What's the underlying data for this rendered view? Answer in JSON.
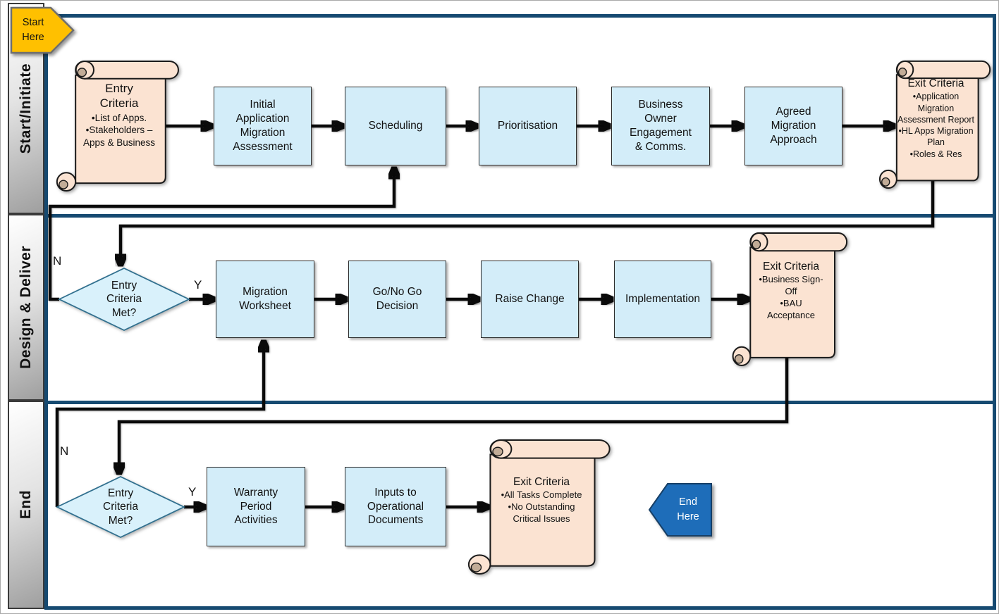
{
  "start_badge": {
    "label": "Start Here"
  },
  "end_badge": {
    "label": "End Here"
  },
  "lanes": [
    {
      "label": "Start/Initiate"
    },
    {
      "label": "Design & Deliver"
    },
    {
      "label": "End"
    }
  ],
  "process": {
    "lane1": {
      "entry": {
        "title": "Entry Criteria",
        "bullets": [
          "List of Apps.",
          "Stakeholders – Apps & Business"
        ]
      },
      "steps": [
        "Initial Application Migration Assessment",
        "Scheduling",
        "Prioritisation",
        "Business Owner Engagement & Comms.",
        "Agreed Migration Approach"
      ],
      "exit": {
        "title": "Exit Criteria",
        "bullets": [
          "Application Migration Assessment Report",
          "HL Apps Migration Plan",
          "Roles & Res"
        ]
      }
    },
    "lane2": {
      "decision": {
        "label": "Entry Criteria Met?",
        "yes": "Y",
        "no": "N"
      },
      "steps": [
        "Migration Worksheet",
        "Go/No Go Decision",
        "Raise Change",
        "Implementation"
      ],
      "exit": {
        "title": "Exit Criteria",
        "bullets": [
          "Business Sign-Off",
          "BAU Acceptance"
        ]
      }
    },
    "lane3": {
      "decision": {
        "label": "Entry Criteria Met?",
        "yes": "Y",
        "no": "N"
      },
      "steps": [
        "Warranty Period Activities",
        "Inputs to Operational Documents"
      ],
      "exit": {
        "title": "Exit Criteria",
        "bullets": [
          "All Tasks Complete",
          "No Outstanding Critical Issues"
        ]
      }
    }
  },
  "colors": {
    "lane_border": "#164A71",
    "process_fill": "#D3EDF9",
    "process_border": "#2B2B2B",
    "decision_fill": "#D9F1FB",
    "decision_border": "#31708F",
    "scroll_fill": "#FBE3D2",
    "scroll_curl": "#C2AC97",
    "shape_outline": "#1A1A1A",
    "start_fill": "#FFC000",
    "start_border": "#6E6E6E",
    "end_fill": "#1E6DB9",
    "end_border": "#173F66",
    "connector": "#0A0A0A"
  }
}
